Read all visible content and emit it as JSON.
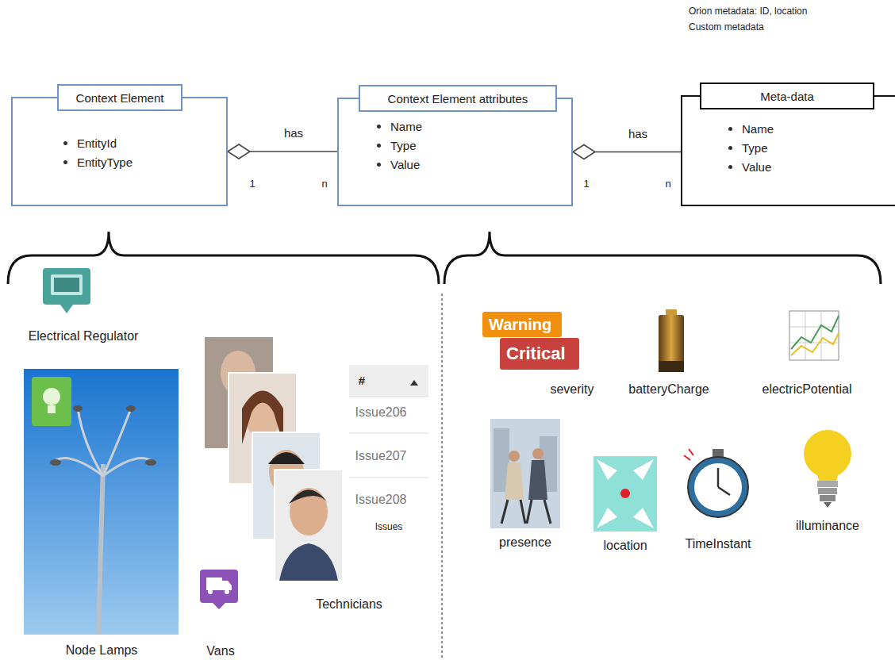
{
  "diagram": {
    "nodes": [
      {
        "text": [
          "Context Element",
          "EntityId",
          "EntityType"
        ]
      },
      {
        "text": [
          "Context Element attributes",
          "Name",
          "Type",
          "Value"
        ]
      },
      {
        "text": [
          "Meta-data",
          "Name",
          "Type",
          "Value"
        ]
      }
    ],
    "edges": [
      {
        "from": 1,
        "to": 0,
        "arrow": "to",
        "label": "has"
      },
      {
        "from": 2,
        "to": 1,
        "arrow": "to",
        "label": "has"
      }
    ],
    "labels": [
      "Orion metadata: ID, location",
      "Custom metadata",
      "1",
      "n",
      "1",
      "n",
      "Electrical Regulator",
      "Node Lamps",
      "Technicians",
      "Vans",
      "#",
      "Issue206",
      "Issue207",
      "Issue208",
      "Issues",
      "Warning",
      "Critical",
      "severity",
      "batteryCharge",
      "electricPotential",
      "presence",
      "location",
      "TimeInstant",
      "illuminance"
    ]
  }
}
